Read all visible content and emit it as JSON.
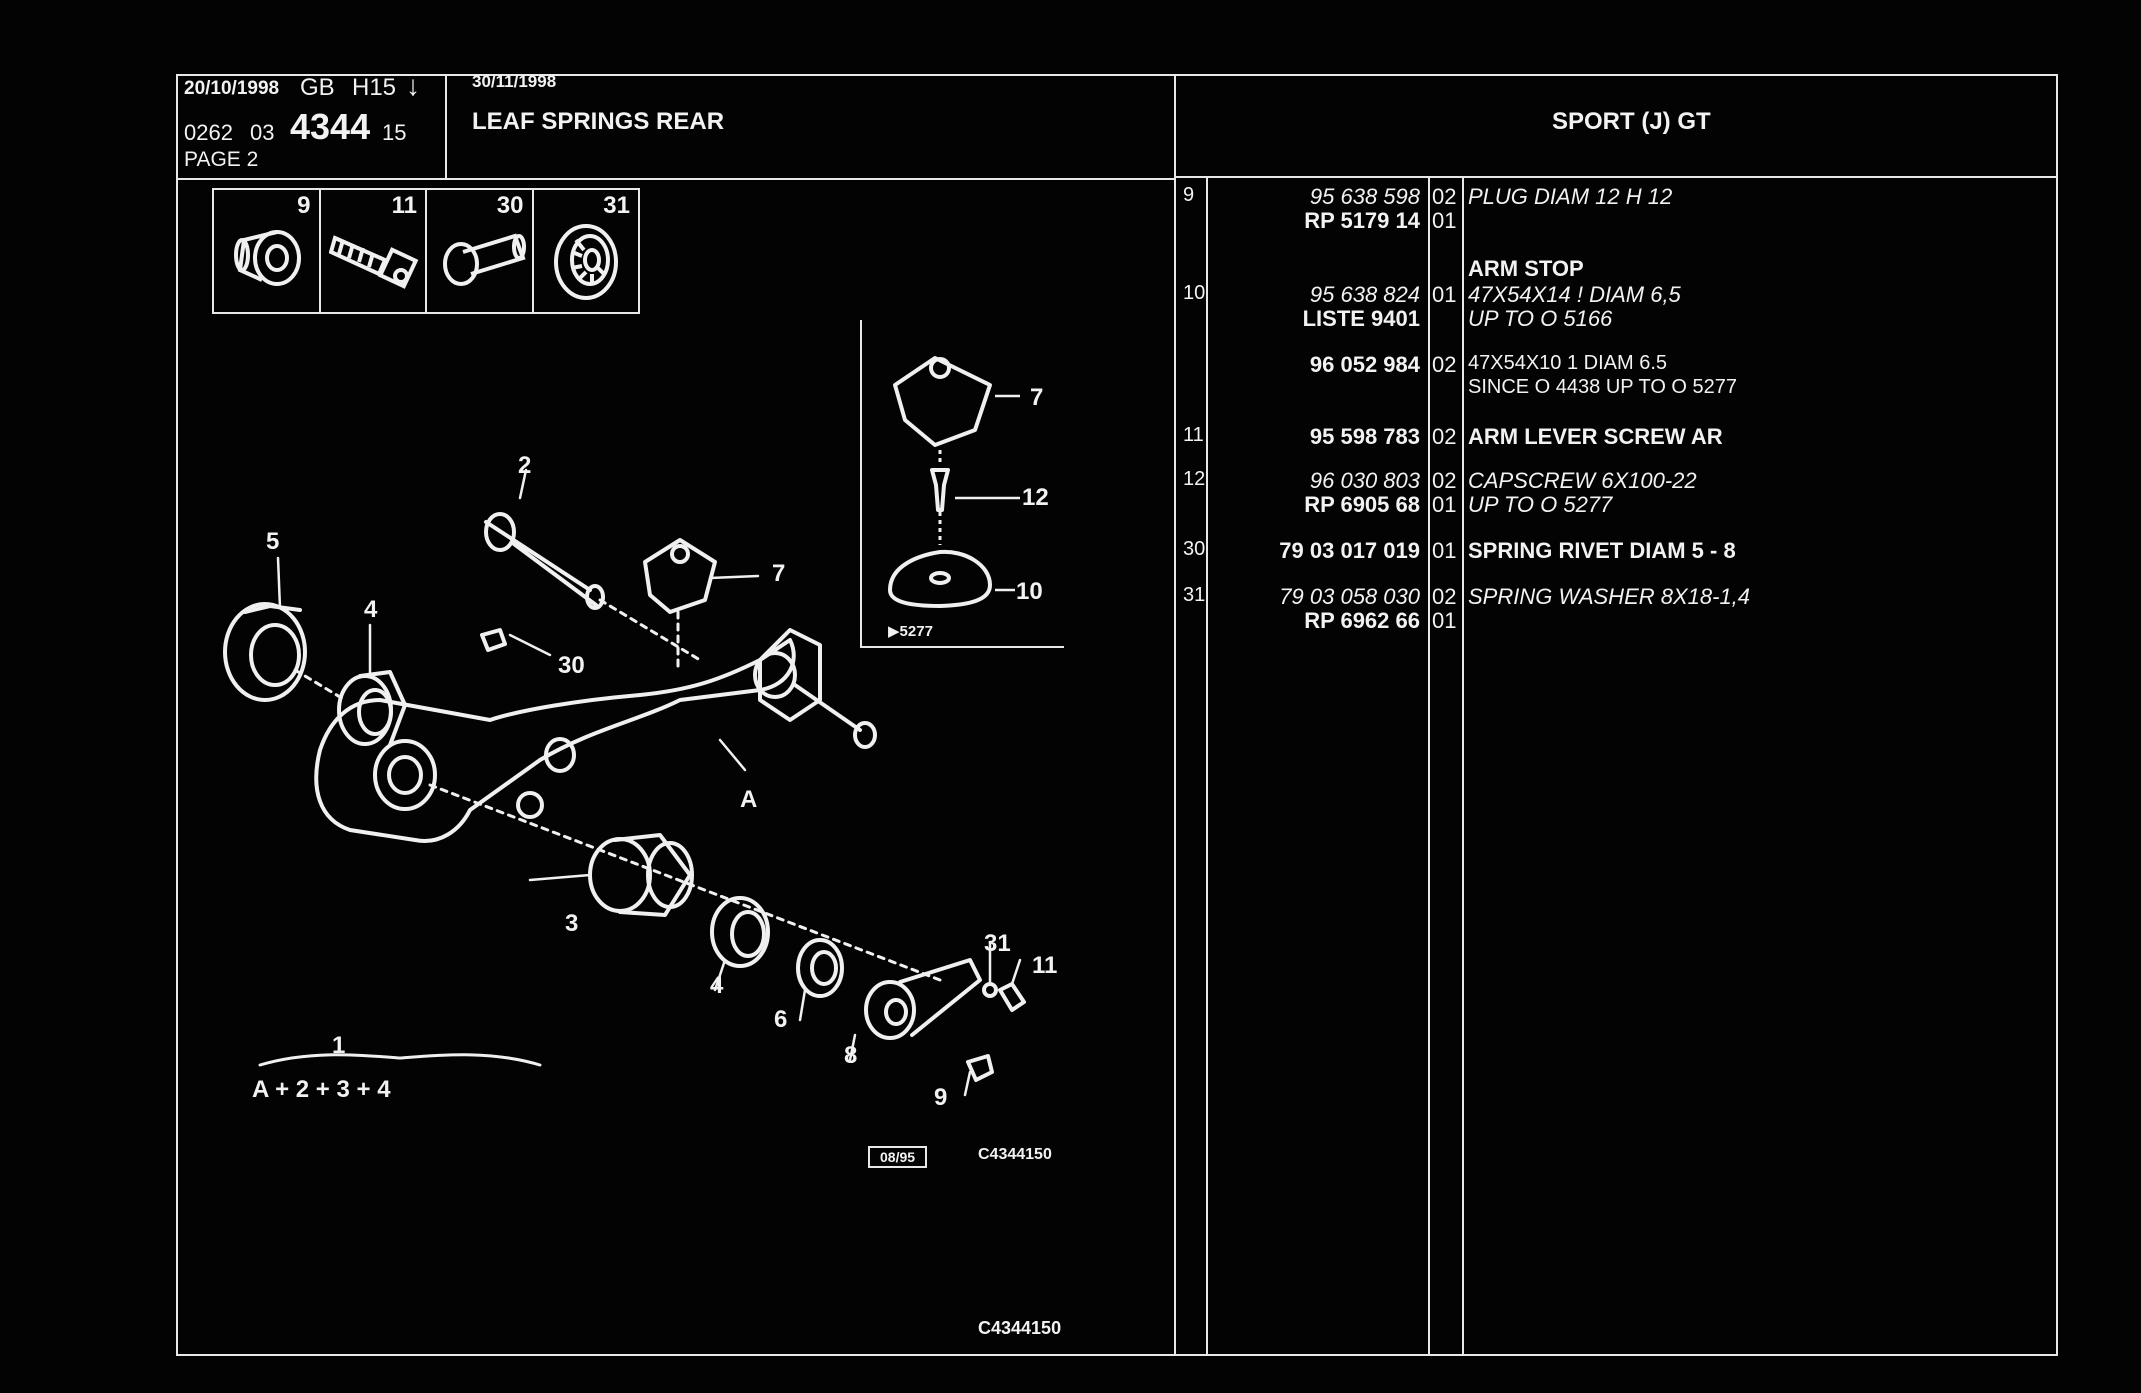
{
  "header": {
    "date1": "20/10/1998",
    "lang": "GB",
    "code": "H15",
    "arrow": "↓",
    "date2": "30/11/1998",
    "ref_a": "0262",
    "ref_b": "03",
    "ref_main": "4344",
    "ref_c": "15",
    "page": "PAGE 2",
    "title": "LEAF SPRINGS REAR",
    "model": "SPORT (J) GT"
  },
  "thumbnails": [
    {
      "num": "9",
      "icon": "plug-icon"
    },
    {
      "num": "11",
      "icon": "screw-icon"
    },
    {
      "num": "30",
      "icon": "rivet-icon"
    },
    {
      "num": "31",
      "icon": "washer-icon"
    }
  ],
  "diagram": {
    "callouts": [
      "1",
      "2",
      "3",
      "4",
      "4",
      "5",
      "6",
      "7",
      "7",
      "8",
      "9",
      "10",
      "11",
      "12",
      "30",
      "31",
      "A"
    ],
    "formula": "A + 2 + 3 + 4",
    "inset_label": "▶5277",
    "date_box": "08/95",
    "ref_code_1": "C4344150",
    "ref_code_2": "C4344150"
  },
  "parts": [
    {
      "item": "9",
      "ref": "95 638 598",
      "qty": "02",
      "desc": "PLUG DIAM 12 H 12",
      "italic": true
    },
    {
      "item": "",
      "ref": "RP 5179 14",
      "qty": "01",
      "desc": "",
      "italic": false
    },
    {
      "item": "",
      "ref": "",
      "qty": "",
      "desc": "ARM STOP",
      "italic": false
    },
    {
      "item": "10",
      "ref": "95 638 824",
      "qty": "01",
      "desc": "47X54X14 ! DIAM 6,5",
      "italic": true
    },
    {
      "item": "",
      "ref": "LISTE 9401",
      "qty": "",
      "desc": "UP TO O 5166",
      "italic": true
    },
    {
      "item": "",
      "ref": "96 052 984",
      "qty": "02",
      "desc": "47X54X10 1 DIAM 6.5",
      "italic": false
    },
    {
      "item": "",
      "ref": "",
      "qty": "",
      "desc": "SINCE O 4438 UP TO O 5277",
      "italic": false
    },
    {
      "item": "11",
      "ref": "95 598 783",
      "qty": "02",
      "desc": "ARM LEVER SCREW AR",
      "italic": false
    },
    {
      "item": "12",
      "ref": "96 030 803",
      "qty": "02",
      "desc": "CAPSCREW 6X100-22",
      "italic": true
    },
    {
      "item": "",
      "ref": "RP 6905 68",
      "qty": "01",
      "desc": "UP TO O 5277",
      "italic": true
    },
    {
      "item": "30",
      "ref": "79 03 017 019",
      "qty": "01",
      "desc": "SPRING RIVET DIAM 5 - 8",
      "italic": false
    },
    {
      "item": "31",
      "ref": "79 03 058 030",
      "qty": "02",
      "desc": "SPRING WASHER 8X18-1,4",
      "italic": true
    },
    {
      "item": "",
      "ref": "RP 6962 66",
      "qty": "01",
      "desc": "",
      "italic": false
    }
  ]
}
